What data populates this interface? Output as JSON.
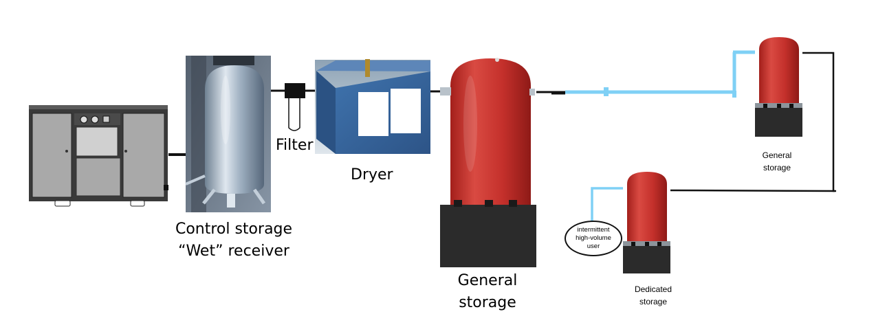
{
  "labels": {
    "filter": "Filter",
    "dryer": "Dryer",
    "control_storage_line1": "Control storage",
    "control_storage_line2": "“Wet” receiver",
    "general_storage_main_line1": "General",
    "general_storage_main_line2": "storage",
    "general_storage_remote_line1": "General",
    "general_storage_remote_line2": "storage",
    "dedicated_storage_line1": "Dedicated",
    "dedicated_storage_line2": "storage",
    "user_line1": "intermittent",
    "user_line2": "high-volume",
    "user_line3": "user"
  },
  "colors": {
    "pipe": "#111111",
    "light_pipe": "#7fd0f5",
    "red_tank": "#c4302b",
    "steel_tank": "#a8b6c6",
    "dryer_body": "#3d6da6",
    "compressor": "#a9a9a9"
  }
}
